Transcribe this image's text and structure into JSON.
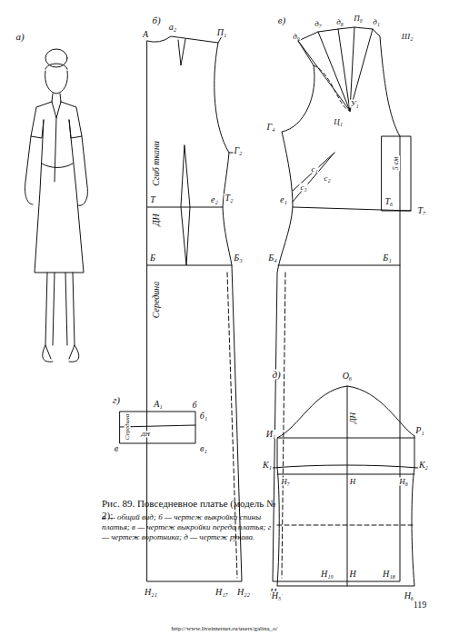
{
  "diagram": {
    "title": "Рис. 89. Повседневное платье (модель № 2);",
    "caption": "а — общий вид; б — чертеж выкройки спины платья; в — чертеж выкройки переда платья; г — чертеж воротника; д — чертеж рукава.",
    "labels": [
      "а)",
      "б)",
      "в)",
      "А",
      "а₂",
      "П₁",
      "Г₂",
      "Т",
      "е₂",
      "Т₂",
      "Б",
      "Б₃",
      "Н₂₁",
      "Н₁₇",
      "Н₂₂",
      "Сгиб ткани",
      "ДН",
      "Середина",
      "д₉",
      "д₇",
      "д₈",
      "П₀",
      "д₁",
      "Ш₂",
      "У₁",
      "Ц₁",
      "Г₄",
      "5 см",
      "Т₆",
      "Т₇",
      "е₁",
      "с₁",
      "с₂",
      "с₃",
      "Б₄",
      "Б₁",
      "Н₂₀",
      "Н₁₉",
      "Н₁₈",
      "г)",
      "А₁",
      "б",
      "б₁",
      "в",
      "в₁",
      "Середина",
      "ДН",
      "д)",
      "О₆",
      "ДН",
      "И₁",
      "Р₁",
      "К₁",
      "Н₇",
      "Н",
      "Н₈",
      "К₂",
      "Н₅",
      "Н",
      "Н₆",
      "119",
      "http://www.liveinternet.ru/users/galina_o/"
    ]
  }
}
